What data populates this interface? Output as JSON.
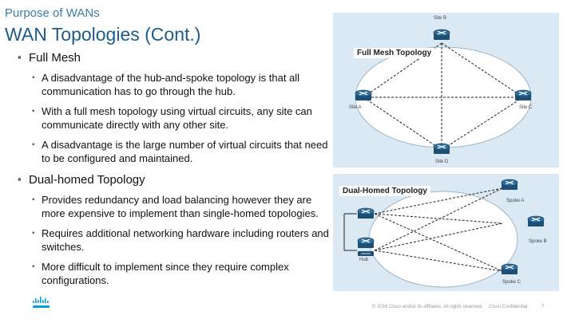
{
  "header": {
    "kicker": "Purpose of WANs",
    "title": "WAN Topologies (Cont.)"
  },
  "sections": [
    {
      "heading": "Full Mesh",
      "bullets": [
        "A disadvantage of the hub-and-spoke topology is that all communication has to go through the hub.",
        "With a full mesh topology using virtual circuits, any site can communicate directly with any other site.",
        "A disadvantage is the large number of virtual circuits that need to be configured and maintained."
      ]
    },
    {
      "heading": "Dual-homed Topology",
      "bullets": [
        "Provides redundancy and load balancing however they are more expensive to implement than single-homed topologies.",
        "Requires additional networking hardware including routers and switches.",
        "More difficult to implement since they require complex configurations."
      ]
    }
  ],
  "figures": {
    "full_mesh": {
      "caption": "Full Mesh Topology",
      "sites": {
        "top": "Site B",
        "left": "Site A",
        "right": "Site C",
        "bottom": "Site D"
      }
    },
    "dual_homed": {
      "caption": "Dual-Homed Topology",
      "hub": "Hub",
      "spokes": [
        "Spoke A",
        "Spoke B",
        "Spoke C"
      ]
    }
  },
  "footer": {
    "copyright": "© 2016 Cisco and/or its affiliates. All rights reserved.",
    "classification": "Cisco Confidential",
    "page_number": "7"
  },
  "icons": {
    "router": "router-icon",
    "switch": "switch-icon",
    "logo": "cisco-logo"
  },
  "colors": {
    "accent": "#1d5c88",
    "figure_bg": "#dbe9f4",
    "router": "#1c4f73"
  }
}
